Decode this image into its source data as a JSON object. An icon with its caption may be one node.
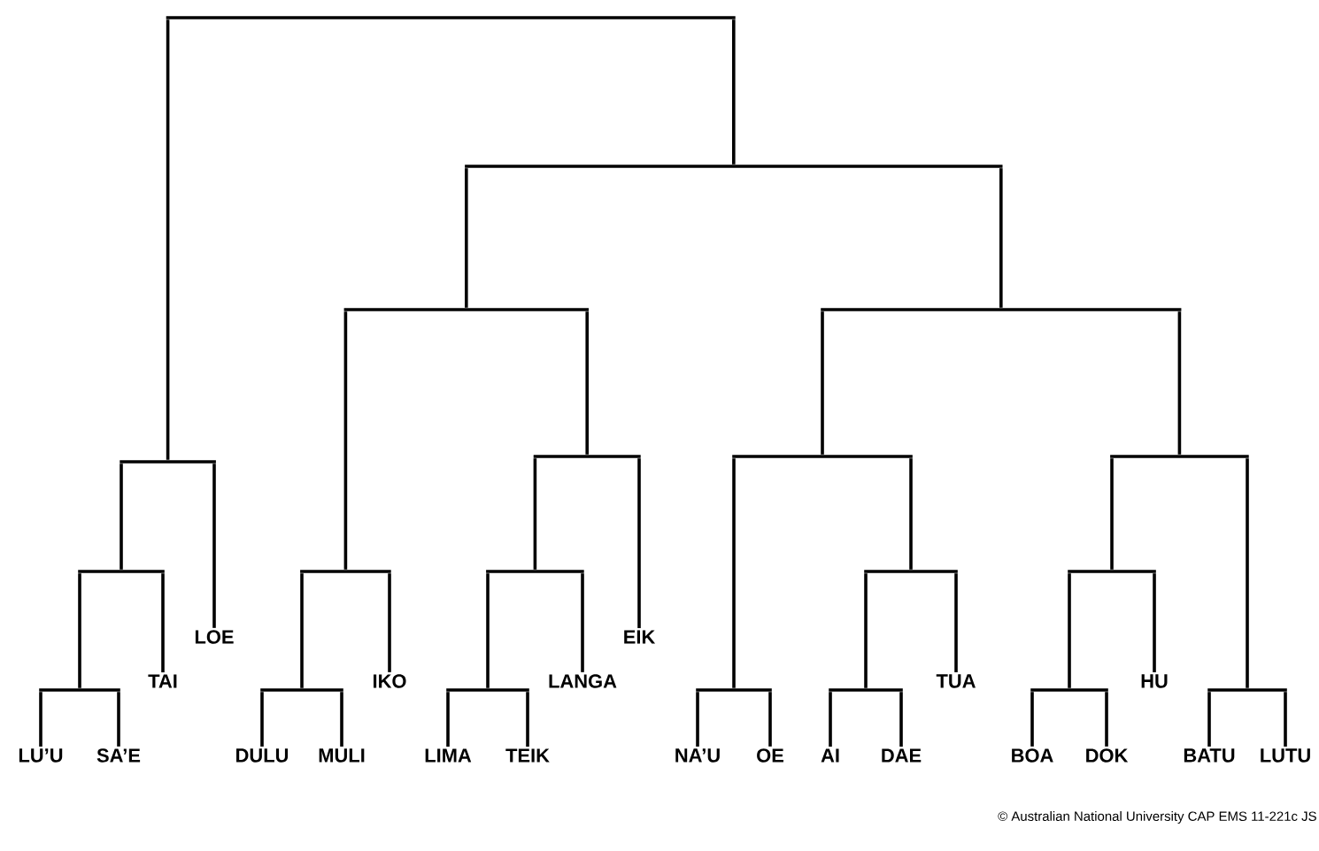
{
  "diagram": {
    "nodes": [
      {
        "text": [
          "LU’U"
        ]
      },
      {
        "text": [
          "SA’E"
        ]
      },
      {
        "text": [
          "TAI"
        ]
      },
      {
        "text": [
          "LOE"
        ]
      },
      {
        "text": [
          "DULU"
        ]
      },
      {
        "text": [
          "MULI"
        ]
      },
      {
        "text": [
          "IKO"
        ]
      },
      {
        "text": [
          "LIMA"
        ]
      },
      {
        "text": [
          "TEIK"
        ]
      },
      {
        "text": [
          "LANGA"
        ]
      },
      {
        "text": [
          "EIK"
        ]
      },
      {
        "text": [
          "NA’U"
        ]
      },
      {
        "text": [
          "OE"
        ]
      },
      {
        "text": [
          "AI"
        ]
      },
      {
        "text": [
          "DAE"
        ]
      },
      {
        "text": [
          "TUA"
        ]
      },
      {
        "text": [
          "BOA"
        ]
      },
      {
        "text": [
          "DOK"
        ]
      },
      {
        "text": [
          "HU"
        ]
      },
      {
        "text": [
          "BATU"
        ]
      },
      {
        "text": [
          "LUTU"
        ]
      },
      {
        "text": [],
        "shape": "bar"
      },
      {
        "text": [],
        "shape": "bar"
      },
      {
        "text": [],
        "shape": "bar"
      },
      {
        "text": [],
        "shape": "bar"
      },
      {
        "text": [],
        "shape": "bar"
      },
      {
        "text": [],
        "shape": "bar"
      },
      {
        "text": [],
        "shape": "bar"
      },
      {
        "text": [],
        "shape": "bar"
      },
      {
        "text": [],
        "shape": "bar"
      },
      {
        "text": [],
        "shape": "bar"
      },
      {
        "text": [],
        "shape": "bar"
      },
      {
        "text": [],
        "shape": "bar"
      },
      {
        "text": [],
        "shape": "bar"
      },
      {
        "text": [],
        "shape": "bar"
      },
      {
        "text": [],
        "shape": "bar"
      },
      {
        "text": [],
        "shape": "bar"
      },
      {
        "text": [],
        "shape": "bar"
      },
      {
        "text": [],
        "shape": "bar"
      },
      {
        "text": [],
        "shape": "bar"
      },
      {
        "text": [],
        "shape": "bar"
      }
    ],
    "edges": [
      {
        "from": 21,
        "to": 22,
        "arrow": "none"
      },
      {
        "from": 21,
        "to": 23,
        "arrow": "none"
      },
      {
        "from": 22,
        "to": 24,
        "arrow": "none"
      },
      {
        "from": 22,
        "to": 3,
        "arrow": "none"
      },
      {
        "from": 23,
        "to": 25,
        "arrow": "none"
      },
      {
        "from": 23,
        "to": 26,
        "arrow": "none"
      },
      {
        "from": 24,
        "to": 27,
        "arrow": "none"
      },
      {
        "from": 24,
        "to": 2,
        "arrow": "none"
      },
      {
        "from": 25,
        "to": 28,
        "arrow": "none"
      },
      {
        "from": 25,
        "to": 29,
        "arrow": "none"
      },
      {
        "from": 26,
        "to": 30,
        "arrow": "none"
      },
      {
        "from": 26,
        "to": 31,
        "arrow": "none"
      },
      {
        "from": 27,
        "to": 0,
        "arrow": "none"
      },
      {
        "from": 27,
        "to": 1,
        "arrow": "none"
      },
      {
        "from": 28,
        "to": 32,
        "arrow": "none"
      },
      {
        "from": 28,
        "to": 6,
        "arrow": "none"
      },
      {
        "from": 29,
        "to": 33,
        "arrow": "none"
      },
      {
        "from": 29,
        "to": 10,
        "arrow": "none"
      },
      {
        "from": 30,
        "to": 34,
        "arrow": "none"
      },
      {
        "from": 30,
        "to": 35,
        "arrow": "none"
      },
      {
        "from": 31,
        "to": 36,
        "arrow": "none"
      },
      {
        "from": 31,
        "to": 37,
        "arrow": "none"
      },
      {
        "from": 32,
        "to": 4,
        "arrow": "none"
      },
      {
        "from": 32,
        "to": 5,
        "arrow": "none"
      },
      {
        "from": 33,
        "to": 38,
        "arrow": "none"
      },
      {
        "from": 33,
        "to": 9,
        "arrow": "none"
      },
      {
        "from": 34,
        "to": 11,
        "arrow": "none"
      },
      {
        "from": 34,
        "to": 12,
        "arrow": "none"
      },
      {
        "from": 35,
        "to": 39,
        "arrow": "none"
      },
      {
        "from": 35,
        "to": 15,
        "arrow": "none"
      },
      {
        "from": 36,
        "to": 40,
        "arrow": "none"
      },
      {
        "from": 36,
        "to": 18,
        "arrow": "none"
      },
      {
        "from": 37,
        "to": 19,
        "arrow": "none"
      },
      {
        "from": 37,
        "to": 20,
        "arrow": "none"
      },
      {
        "from": 38,
        "to": 7,
        "arrow": "none"
      },
      {
        "from": 38,
        "to": 8,
        "arrow": "none"
      },
      {
        "from": 39,
        "to": 13,
        "arrow": "none"
      },
      {
        "from": 39,
        "to": 14,
        "arrow": "none"
      },
      {
        "from": 40,
        "to": 16,
        "arrow": "none"
      },
      {
        "from": 40,
        "to": 17,
        "arrow": "none"
      }
    ],
    "labels": [
      "© Australian National University CAP EMS 11-221c JS"
    ]
  }
}
